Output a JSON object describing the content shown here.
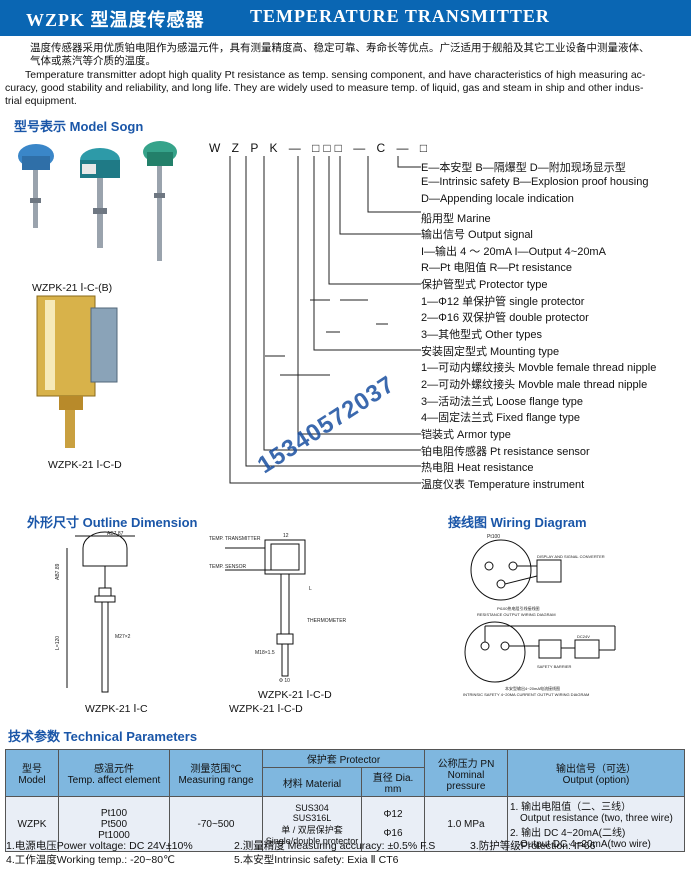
{
  "header": {
    "title_cn": "WZPK 型温度传感器",
    "title_en": "TEMPERATURE TRANSMITTER",
    "banner_color": "#0a66b3"
  },
  "intro": {
    "cn_line1": "温度传感器采用优质铂电阻作为感温元件，具有测量精度高、稳定可靠、寿命长等优点。广泛适用于舰船及其它工业设备中测量液体、",
    "cn_line2": "气体或蒸汽等介质的温度。",
    "en_line1": "Temperature transmitter adopt high quality Pt resistance as temp. sensing component, and have characteristics of high measuring ac-",
    "en_line2": "curacy, good stability and reliability, and long life. They are widely used to measure temp. of liquid, gas and steam in ship and other indus-",
    "en_line3": "trial equipment."
  },
  "model": {
    "section_title": "型号表示 Model Sogn",
    "code": "W Z P K — □□□ — C — □",
    "caption1": "WZPK-21 Ⅰ-C-(B)",
    "caption2": "WZPK-21 Ⅰ-C-D",
    "labels": [
      "E—本安型   B—隔爆型   D—附加现场显示型",
      "E—Intrinsic safety   B—Explosion proof housing",
      "D—Appending locale indication",
      "船用型   Marine",
      "输出信号   Output signal",
      "I—输出 4 ～ 20mA   I—Output 4~20mA",
      "R—Pt 电阻值   R—Pt resistance",
      "保护管型式   Protector type",
      "1—Φ12 单保护管   single protector",
      "2—Φ16 双保护管   double protector",
      "3—其他型式   Other types",
      "安装固定型式   Mounting type",
      "1—可动内螺纹接头   Movble female thread nipple",
      "2—可动外螺纹接头   Movble male thread nipple",
      "3—活动法兰式   Loose flange type",
      "4—固定法兰式   Fixed flange type",
      "铠装式   Armor type",
      "铂电阻传感器   Pt resistance sensor",
      "热电阻   Heat resistance",
      "温度仪表   Temperature instrument"
    ]
  },
  "watermark": "15340572037",
  "outline": {
    "section_title": "外形尺寸 Outline Dimension",
    "dim_top": "AB7.87",
    "dim_side": "AB7.89",
    "dim_length": "L=120",
    "thread": "M27×2",
    "thread2": "M18×1.5",
    "dim_phi": "Φ 10",
    "label_head": "TEMP. TRANSMITTER",
    "label_sensor": "THERMOMETER",
    "label_temp": "TEMP. SENSOR",
    "caption1": "WZPK-21 Ⅰ-C",
    "caption2": "WZPK-21 Ⅰ-C-D",
    "dim_12": "12",
    "dim_l": "L"
  },
  "wiring": {
    "section_title": "接线图 Wiring Diagram",
    "p1_label": "Pt100",
    "p1_box": "DISPLAY AND SIGNAL CONVERTER",
    "caption1": "Pt100热电阻引线接线图",
    "caption1_en": "RESISTANCE OUTPUT WIRING DIAGRAM",
    "caption2": "本安型输出4~20mA电流接线图",
    "caption2_en": "INTRINSIC SAFETY 4~20MA CURRENT OUTPUT WIRING DIAGRAM",
    "safety_barrier": "SAFETY BARRIER",
    "power": "DC24V"
  },
  "tech": {
    "section_title": "技术参数 Technical Parameters",
    "headers": {
      "model_cn": "型号",
      "model_en": "Model",
      "elem_cn": "感温元件",
      "elem_en": "Temp. affect element",
      "range_cn": "测量范围℃",
      "range_en": "Measuring range",
      "prot": "保护套 Protector",
      "material": "材料 Material",
      "dia": "直径 Dia. mm",
      "pn_cn": "公称压力 PN",
      "pn_en": "Nominal pressure",
      "out_cn": "输出信号（可选）",
      "out_en": "Output (option)"
    },
    "row": {
      "model": "WZPK",
      "elem1": "Pt100",
      "elem2": "Pt500",
      "elem3": "Pt1000",
      "range": "-70~500",
      "mat1": "SUS304",
      "mat2": "SUS316L",
      "mat3": "单 / 双层保护套",
      "mat4": "Single/double protector",
      "dia1": "Φ12",
      "dia2": "Φ16",
      "pn": "1.0 MPa",
      "out1": "1. 输出电阻值（二、三线）",
      "out2": "Output resistance (two, three wire)",
      "out3": "2. 输出 DC 4~20mA(二线)",
      "out4": "Output DC 4~20mA(two wire)"
    },
    "header_color": "#7fb7df"
  },
  "notes": {
    "n1": "1.电源电压Power voltage: DC 24V±10%",
    "n2": "2.测量精度 Measuring accuracy: ±0.5% F.S",
    "n3": "3.防护等级Protection:   IP66",
    "n4": "4.工作温度Working temp.: -20~80℃",
    "n5": "5.本安型Intrinsic safety:   Exia Ⅱ CT6"
  }
}
